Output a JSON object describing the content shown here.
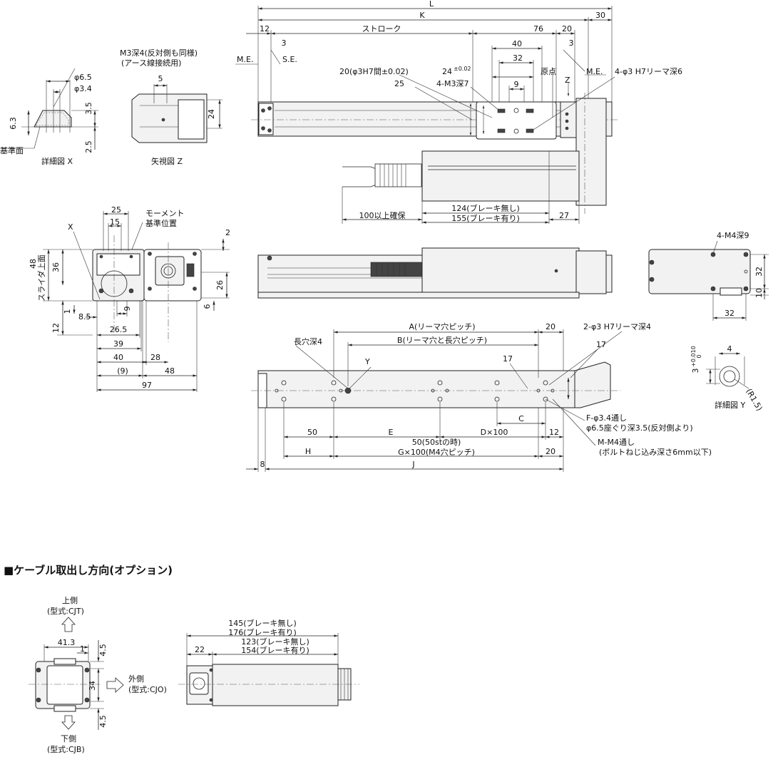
{
  "side_view": {
    "L": "L",
    "K": "K",
    "d30": "30",
    "d12": "12",
    "stroke": "ストローク",
    "d76": "76",
    "d20": "20",
    "d3a": "3",
    "d3b": "3",
    "d40": "40",
    "me_left": "M.E.",
    "se": "S.E.",
    "d32": "32",
    "d24": "24",
    "tol24": "±0.02",
    "origin": "原点",
    "me_right": "M.E.",
    "pin20": "20(φ3H7間±0.02)",
    "d25": "25",
    "m3": "4-M3深7",
    "d9": "9",
    "z": "Z",
    "reamer": "4-φ3 H7リーマ深6",
    "cable_min": "100以上確保",
    "len124": "124(ブレーキ無し)",
    "len155": "155(ブレーキ有り)",
    "d27": "27"
  },
  "detail_x": {
    "note": "M3深4(反対側も同様)",
    "note2": "(アース線接続用)",
    "phi65": "φ6.5",
    "phi34": "φ3.4",
    "d63": "6.3",
    "d35": "3.5",
    "d25": "2.5",
    "base": "基準面",
    "title": "詳細図 X"
  },
  "view_z": {
    "d5": "5",
    "d24": "24",
    "title": "矢視図 Z"
  },
  "front_view": {
    "d25": "25",
    "d15": "15",
    "moment1": "モーメント",
    "moment2": "基準位置",
    "x": "X",
    "d2": "2",
    "d36": "36",
    "d48": "48",
    "slider_top": "スライダ上面",
    "d26": "26",
    "d1": "1",
    "d85": "8.5",
    "d9": "9",
    "d6": "6",
    "d12": "12",
    "d265": "26.5",
    "d39": "39",
    "d40": "40",
    "d28": "28",
    "d9p": "(9)",
    "d48b": "48",
    "d97": "97"
  },
  "end_view": {
    "m4": "4-M4深9",
    "d32": "32",
    "d10": "10",
    "d32b": "32"
  },
  "bottom_view": {
    "a": "A(リーマ穴ピッチ)",
    "d20a": "20",
    "ream2": "2-φ3 H7リーマ深4",
    "b": "B(リーマ穴と長穴ピッチ)",
    "d17a": "17",
    "slot": "長穴深4",
    "y": "Y",
    "d17b": "17",
    "c": "C",
    "f": "F-φ3.4通し",
    "cbore": "φ6.5座ぐり深3.5(反対側より)",
    "d50": "50",
    "e": "E",
    "dx": "D×100",
    "d12": "12",
    "m": "M-M4通し",
    "bolt": "(ボルトねじ込み深さ6mm以下)",
    "h": "H",
    "st50": "50(50stの時)",
    "g": "G×100(M4穴ピッチ)",
    "d20b": "20",
    "d8": "8",
    "j": "J"
  },
  "detail_y": {
    "tol": "+0.010",
    "tol0": "0",
    "d3": "3",
    "d4": "4",
    "r": "(R1.5)",
    "title": "詳細図 Y"
  },
  "cable_option": {
    "heading": "■ケーブル取出し方向(オプション)",
    "top": "上側",
    "top_model": "(型式:CJT)",
    "d413": "41.3",
    "d1": "1",
    "d45a": "4.5",
    "d34": "34",
    "d45b": "4.5",
    "outer": "外側",
    "outer_model": "(型式:CJO)",
    "bottom": "下側",
    "bottom_model": "(型式:CJB)",
    "len145": "145(ブレーキ無し)",
    "len176": "176(ブレーキ有り)",
    "d22": "22",
    "len123": "123(ブレーキ無し)",
    "len154": "154(ブレーキ有り)"
  }
}
